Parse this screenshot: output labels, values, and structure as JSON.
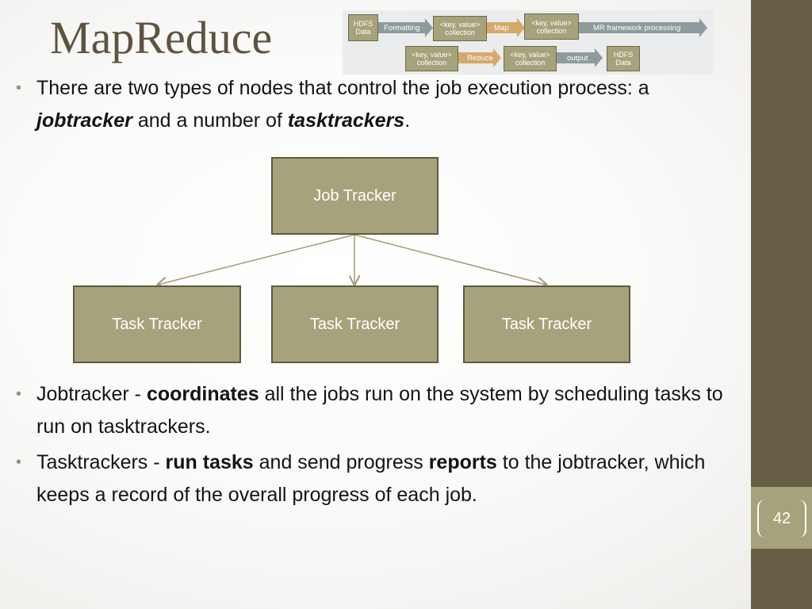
{
  "title": "MapReduce",
  "flow": {
    "boxes": {
      "hdfs_in": "HDFS Data",
      "kv1": "<key, value> collection",
      "kv2": "<key, value> collection",
      "kv3": "<key, value> collection",
      "kv4": "<key, value> collection",
      "hdfs_out": "HDFS Data"
    },
    "arrows": {
      "formatting": "Formatting",
      "map": "Map",
      "mr": "MR framework processing",
      "reduce": "Reduce",
      "output": "output"
    }
  },
  "intro": {
    "text1": "There are two types of nodes that control the job execution process: a ",
    "jobtracker": "jobtracker",
    "text2": " and a number of ",
    "tasktrackers": "tasktrackers",
    "text3": "."
  },
  "tree": {
    "root": "Job Tracker",
    "children": [
      "Task Tracker",
      "Task Tracker",
      "Task Tracker"
    ]
  },
  "bullets": {
    "b2": {
      "pre": "Jobtracker - ",
      "bold": "coordinates",
      "post": " all the jobs run on the system by scheduling tasks to run on tasktrackers."
    },
    "b3": {
      "pre": "Tasktrackers - ",
      "bold1": "run tasks",
      "mid": " and send progress ",
      "bold2": "reports",
      "post": " to the jobtracker, which keeps a record of the overall progress of each job."
    }
  },
  "page_number": "42",
  "colors": {
    "sidebar": "#675e48",
    "box_fill": "#a6a37c",
    "title": "#5f5340",
    "map_arrow": "#d6a86a",
    "grey_arrow": "#8e9b9e"
  }
}
